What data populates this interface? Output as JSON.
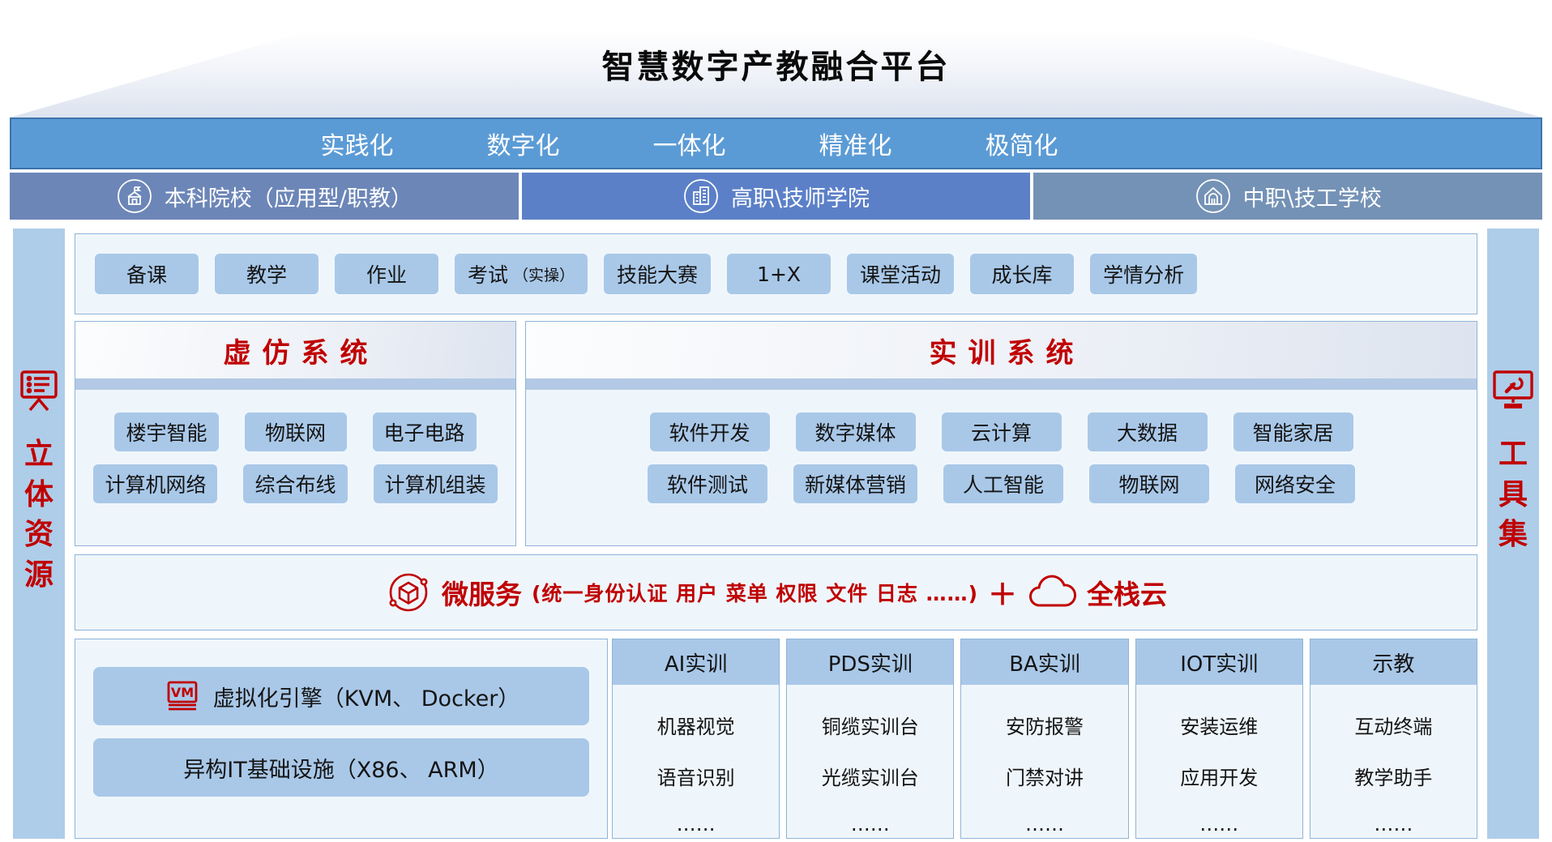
{
  "title": "智慧数字产教融合平台",
  "banner_items": [
    "实践化",
    "数字化",
    "一体化",
    "精准化",
    "极简化"
  ],
  "schools": [
    {
      "label": "本科院校（应用型/职教）"
    },
    {
      "label": "高职\\技师学院"
    },
    {
      "label": "中职\\技工学校"
    }
  ],
  "left_rail": {
    "label": "立体资源"
  },
  "right_rail": {
    "label": "工具集"
  },
  "tool_buttons": [
    {
      "label": "备课",
      "note": ""
    },
    {
      "label": "教学",
      "note": ""
    },
    {
      "label": "作业",
      "note": ""
    },
    {
      "label": "考试",
      "note": "（实操）"
    },
    {
      "label": "技能大赛",
      "note": ""
    },
    {
      "label": "1+X",
      "note": ""
    },
    {
      "label": "课堂活动",
      "note": ""
    },
    {
      "label": "成长库",
      "note": ""
    },
    {
      "label": "学情分析",
      "note": ""
    }
  ],
  "virtual_panel": {
    "title": "虚仿系统",
    "rows": [
      [
        "楼宇智能",
        "物联网",
        "电子电路"
      ],
      [
        "计算机网络",
        "综合布线",
        "计算机组装"
      ]
    ]
  },
  "training_panel": {
    "title": "实训系统",
    "rows": [
      [
        "软件开发",
        "数字媒体",
        "云计算",
        "大数据",
        "智能家居"
      ],
      [
        "软件测试",
        "新媒体营销",
        "人工智能",
        "物联网",
        "网络安全"
      ]
    ]
  },
  "microservice": {
    "name": "微服务",
    "detail": "(统一身份认证  用户  菜单  权限  文件  日志  ……)",
    "plus": "＋",
    "cloud_name": "全栈云"
  },
  "infrastructure": [
    {
      "label": "虚拟化引擎（KVM、 Docker）"
    },
    {
      "label": "异构IT基础设施（X86、 ARM）"
    }
  ],
  "stations": [
    {
      "title": "AI实训",
      "items": [
        "机器视觉",
        "语音识别",
        "……"
      ]
    },
    {
      "title": "PDS实训",
      "items": [
        "铜缆实训台",
        "光缆实训台",
        "……"
      ]
    },
    {
      "title": "BA实训",
      "items": [
        "安防报警",
        "门禁对讲",
        "……"
      ]
    },
    {
      "title": "IOT实训",
      "items": [
        "安装运维",
        "应用开发",
        "……"
      ]
    },
    {
      "title": "示教",
      "items": [
        "互动终端",
        "教学助手",
        "……"
      ]
    }
  ],
  "colors": {
    "accent_red": "#C00000",
    "banner_blue": "#5B9BD5",
    "school_blue_1": "#6C86B8",
    "school_blue_2": "#5C80C8",
    "school_blue_3": "#7492B6",
    "chip_blue": "#A9C8E8",
    "rail_blue": "#AECDE9",
    "panel_bg": "#EFF6FB",
    "panel_border": "#8FB4D9"
  }
}
